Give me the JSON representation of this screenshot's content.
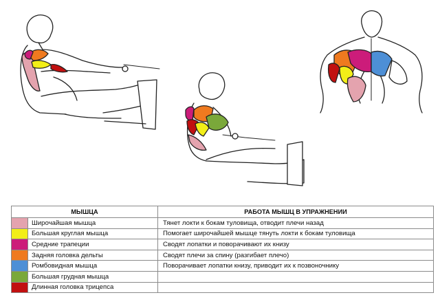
{
  "table": {
    "headers": [
      "МЫШЦА",
      "РАБОТА МЫШЦ В УПРАЖНЕНИИ"
    ],
    "rows": [
      {
        "color": "#e4a3ae",
        "muscle": "Широчайшая мышца",
        "action": "Тянет локти к бокам туловища, отводит плечи назад"
      },
      {
        "color": "#f2ee18",
        "muscle": "Большая круглая мышца",
        "action": "Помогает широчайшей мышце тянуть локти к бокам туловища"
      },
      {
        "color": "#cc1c7a",
        "muscle": "Средние трапеции",
        "action": "Сводят лопатки и поворачивают их книзу"
      },
      {
        "color": "#ef7a1f",
        "muscle": "Задняя головка дельты",
        "action": "Сводят плечи за спину (разгибает плечо)"
      },
      {
        "color": "#4d8fd6",
        "muscle": "Ромбовидная мышца",
        "action": "Поворачивает лопатки книзу, приводит их к позвоночнику"
      },
      {
        "color": "#7aa83a",
        "muscle": "Большая грудная мышца",
        "action": ""
      },
      {
        "color": "#c11010",
        "muscle": "Длинная головка трицепса",
        "action": ""
      }
    ]
  }
}
